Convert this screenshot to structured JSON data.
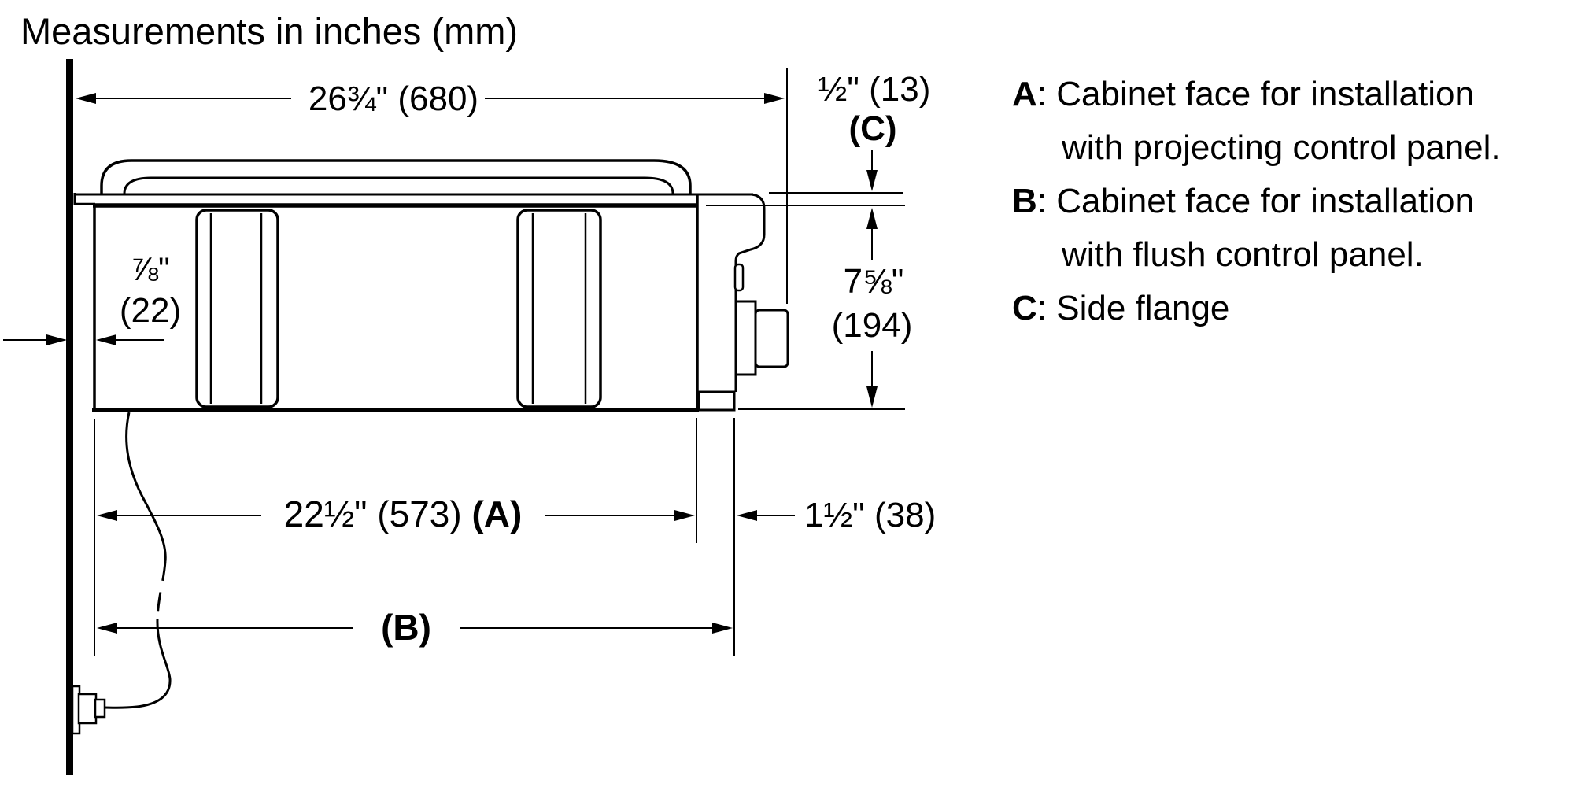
{
  "title": "Measurements in inches (mm)",
  "dimensions": {
    "total_depth": "26¾\" (680)",
    "flange_value": "½\" (13)",
    "flange_ref": "(C)",
    "rear_gap_value": "⅞\"",
    "rear_gap_mm": "(22)",
    "height_value": "7⅝\"",
    "height_mm": "(194)",
    "body_depth_value": "22½\" (573) ",
    "body_depth_ref": "(A)",
    "panel_depth_value": "1½\" (38)",
    "flush_depth_ref": "(B)"
  },
  "legend": {
    "a_key": "A",
    "a_line1": ": Cabinet face for installation",
    "a_line2": "with projecting control panel.",
    "b_key": "B",
    "b_line1": ": Cabinet face for installation",
    "b_line2": "with flush control panel.",
    "c_key": "C",
    "c_line1": ": Side flange"
  },
  "colors": {
    "line": "#000000",
    "background": "#ffffff"
  }
}
